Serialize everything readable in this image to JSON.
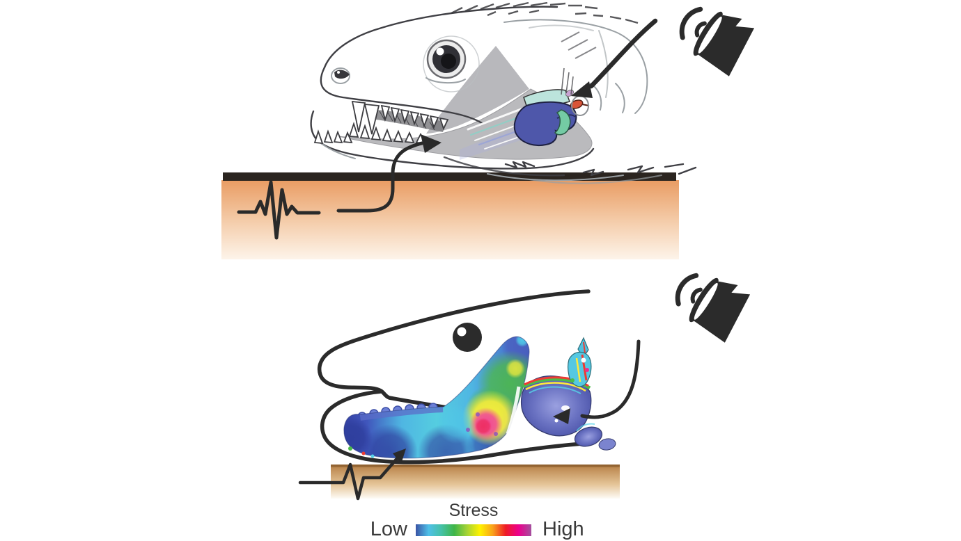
{
  "legend": {
    "title": "Stress",
    "low_label": "Low",
    "high_label": "High",
    "gradient_colors": [
      "#3a53a5",
      "#4fc0e8",
      "#45c1a6",
      "#3fb549",
      "#a6d335",
      "#fff200",
      "#f9a11b",
      "#ee1c25",
      "#ec008c",
      "#a3509e"
    ]
  },
  "icons": {
    "speaker_top": "speaker-icon",
    "speaker_bottom": "speaker-icon"
  },
  "colors": {
    "soil_top_panel": "#e99c63",
    "soil_bottom_panel": "#bf8c52",
    "soil_surface_bar": "#2b2520",
    "line_art": "#2b2b2b",
    "fea_low": "#3a46a8",
    "fea_mid": "#4fc4e6",
    "fea_high": "#ec2f8f"
  }
}
